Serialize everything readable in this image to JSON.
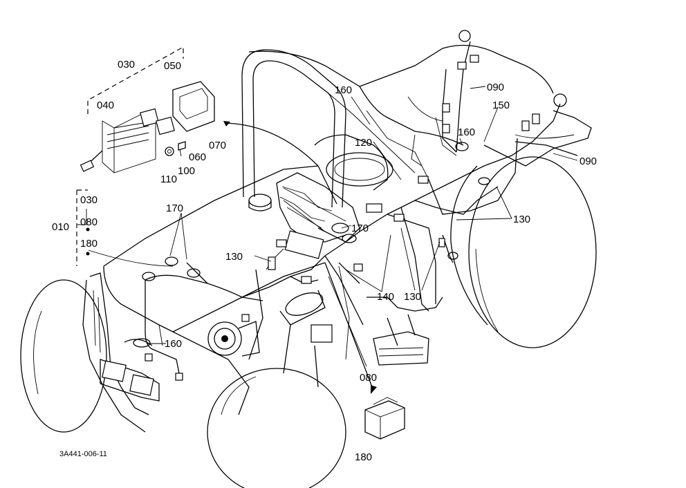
{
  "diagram": {
    "drawing_code": "3A441-006-11",
    "callouts": [
      {
        "id": "c030a",
        "text": "030"
      },
      {
        "id": "c050",
        "text": "050"
      },
      {
        "id": "c040",
        "text": "040"
      },
      {
        "id": "c070",
        "text": "070"
      },
      {
        "id": "c060",
        "text": "060"
      },
      {
        "id": "c100",
        "text": "100"
      },
      {
        "id": "c110",
        "text": "110"
      },
      {
        "id": "c030b",
        "text": "030"
      },
      {
        "id": "c080a",
        "text": "080"
      },
      {
        "id": "c010",
        "text": "010"
      },
      {
        "id": "c180a",
        "text": "180"
      },
      {
        "id": "c170a",
        "text": "170"
      },
      {
        "id": "c170b",
        "text": "170"
      },
      {
        "id": "c160a",
        "text": "160"
      },
      {
        "id": "c120",
        "text": "120"
      },
      {
        "id": "c090a",
        "text": "090"
      },
      {
        "id": "c150",
        "text": "150"
      },
      {
        "id": "c160b",
        "text": "160"
      },
      {
        "id": "c090b",
        "text": "090"
      },
      {
        "id": "c130a",
        "text": "130"
      },
      {
        "id": "c130b",
        "text": "130"
      },
      {
        "id": "c140",
        "text": "140"
      },
      {
        "id": "c130c",
        "text": "130"
      },
      {
        "id": "c160c",
        "text": "160"
      },
      {
        "id": "c080b",
        "text": "080"
      },
      {
        "id": "c180b",
        "text": "180"
      }
    ]
  }
}
